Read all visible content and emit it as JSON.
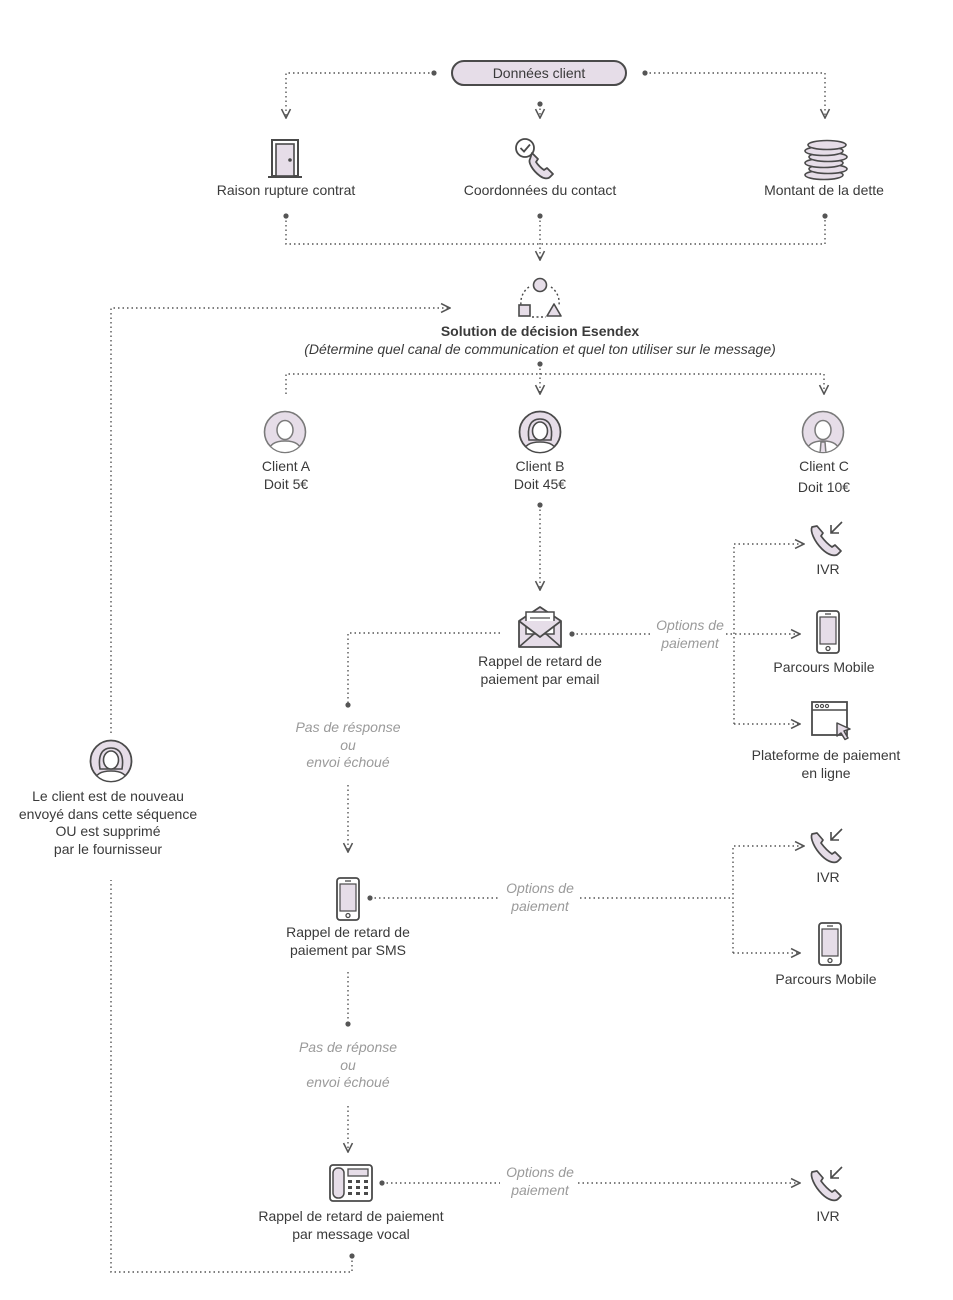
{
  "top": {
    "label": "Données client"
  },
  "inputs": [
    {
      "label": "Raison rupture contrat",
      "icon": "door-icon"
    },
    {
      "label": "Coordonnées du contact",
      "icon": "phone-check-icon"
    },
    {
      "label": "Montant de la dette",
      "icon": "coins-icon"
    }
  ],
  "decision": {
    "title": "Solution de décision Esendex",
    "subtitle": "(Détermine quel canal de communication et quel ton utiliser sur le message)",
    "icon": "shapes-cycle-icon"
  },
  "clients": [
    {
      "name": "Client A",
      "owes": "Doit 5€",
      "icon": "user-male-icon"
    },
    {
      "name": "Client B",
      "owes": "Doit 45€",
      "icon": "user-female-icon"
    },
    {
      "name": "Client C",
      "owes": "Doit 10€",
      "icon": "user-tie-icon"
    }
  ],
  "email_step": {
    "line1": "Rappel de retard de",
    "line2": "paiement par email"
  },
  "sms_step": {
    "line1": "Rappel de retard de",
    "line2": "paiement par SMS"
  },
  "voice_step": {
    "line1": "Rappel de retard de paiement",
    "line2": "par message vocal"
  },
  "no_response_1": {
    "line1": "Pas de résponse",
    "line2": "ou",
    "line3": "envoi échoué"
  },
  "no_response_2": {
    "line1": "Pas de réponse",
    "line2": "ou",
    "line3": "envoi échoué"
  },
  "options_label": {
    "line1": "Options de",
    "line2": "paiement"
  },
  "email_options": [
    {
      "label": "IVR"
    },
    {
      "label": "Parcours Mobile"
    },
    {
      "label_line1": "Plateforme de paiement",
      "label_line2": "en ligne"
    }
  ],
  "sms_options": [
    {
      "label": "IVR"
    },
    {
      "label": "Parcours Mobile"
    }
  ],
  "voice_options": [
    {
      "label": "IVR"
    }
  ],
  "loop_note": {
    "line1": "Le client est de nouveau",
    "line2": "envoyé dans cette séquence",
    "line3": "OU est supprimé",
    "line4": "par le fournisseur"
  },
  "colors": {
    "line": "#555555",
    "icon_fill": "#e6dde8",
    "icon_stroke": "#4a4a4a",
    "muted": "#9a9a9a"
  }
}
